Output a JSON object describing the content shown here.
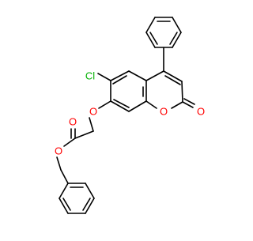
{
  "molecule": {
    "atom_labels": {
      "chlorine": "Cl",
      "ether_oxygen": "O",
      "carbonyl_oxygen_ester": "O",
      "ester_oxygen": "O",
      "ring_oxygen": "O",
      "lactone_carbonyl_oxygen": "O"
    }
  },
  "colors": {
    "bond": "#000000",
    "oxygen": "#ff0000",
    "chlorine": "#00b000",
    "background": "#ffffff"
  }
}
